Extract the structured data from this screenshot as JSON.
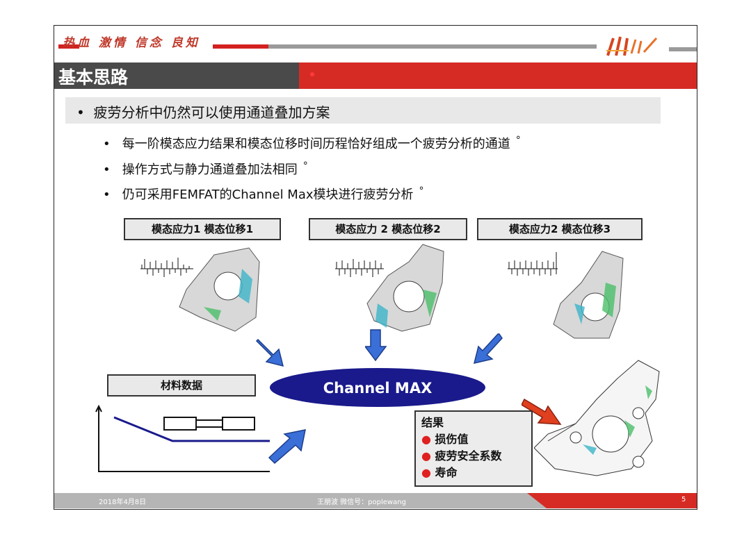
{
  "header": {
    "motto": "热血 激情 信念 良知",
    "title": "基本思路"
  },
  "main_bullet": "疲劳分析中仍然可以使用通道叠加方案",
  "sub_bullets": [
    "每一阶模态应力结果和模态位移时间历程恰好组成一个疲劳分析的通道",
    "操作方式与静力通道叠加法相同",
    "仍可采用FEMFAT的Channel Max模块进行疲劳分析"
  ],
  "degree_mark": "°",
  "mode_labels": [
    "模态应力1  模态位移1",
    "模态应力 2  模态位移2",
    "模态应力2 模态位移3"
  ],
  "material_label": "材料数据",
  "channel_label": "Channel MAX",
  "result": {
    "title": "结果",
    "items": [
      "损伤值",
      "疲劳安全系数",
      "寿命"
    ]
  },
  "footer": {
    "date": "2018年4月8日",
    "author": "王朋波  微信号：poplewang",
    "page": "5"
  },
  "colors": {
    "title_red": "#d62b24",
    "title_dark": "#4a4a4a",
    "arrow_blue": "#3a6fd8",
    "arrow_red": "#e0401f",
    "ellipse_navy": "#1a1a8c"
  }
}
